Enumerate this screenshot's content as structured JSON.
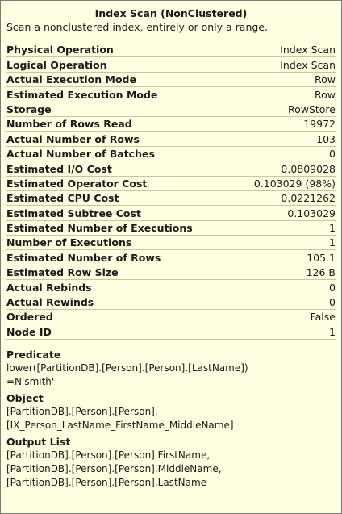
{
  "tooltip": {
    "title": "Index Scan (NonClustered)",
    "description": "Scan a nonclustered index, entirely or only a range."
  },
  "properties": [
    {
      "key": "Physical Operation",
      "value": "Index Scan"
    },
    {
      "key": "Logical Operation",
      "value": "Index Scan"
    },
    {
      "key": "Actual Execution Mode",
      "value": "Row"
    },
    {
      "key": "Estimated Execution Mode",
      "value": "Row"
    },
    {
      "key": "Storage",
      "value": "RowStore"
    },
    {
      "key": "Number of Rows Read",
      "value": "19972"
    },
    {
      "key": "Actual Number of Rows",
      "value": "103"
    },
    {
      "key": "Actual Number of Batches",
      "value": "0"
    },
    {
      "key": "Estimated I/O Cost",
      "value": "0.0809028"
    },
    {
      "key": "Estimated Operator Cost",
      "value": "0.103029 (98%)"
    },
    {
      "key": "Estimated CPU Cost",
      "value": "0.0221262"
    },
    {
      "key": "Estimated Subtree Cost",
      "value": "0.103029"
    },
    {
      "key": "Estimated Number of Executions",
      "value": "1"
    },
    {
      "key": "Number of Executions",
      "value": "1"
    },
    {
      "key": "Estimated Number of Rows",
      "value": "105.1"
    },
    {
      "key": "Estimated Row Size",
      "value": "126 B"
    },
    {
      "key": "Actual Rebinds",
      "value": "0"
    },
    {
      "key": "Actual Rewinds",
      "value": "0"
    },
    {
      "key": "Ordered",
      "value": "False"
    },
    {
      "key": "Node ID",
      "value": "1"
    }
  ],
  "predicate": {
    "heading": "Predicate",
    "lines": [
      "lower([PartitionDB].[Person].[Person].[LastName])",
      "=N'smith'"
    ]
  },
  "object": {
    "heading": "Object",
    "lines": [
      "[PartitionDB].[Person].[Person].",
      "[IX_Person_LastName_FirstName_MiddleName]"
    ]
  },
  "output_list": {
    "heading": "Output List",
    "lines": [
      "[PartitionDB].[Person].[Person].FirstName,",
      "[PartitionDB].[Person].[Person].MiddleName,",
      "[PartitionDB].[Person].[Person].LastName"
    ]
  }
}
